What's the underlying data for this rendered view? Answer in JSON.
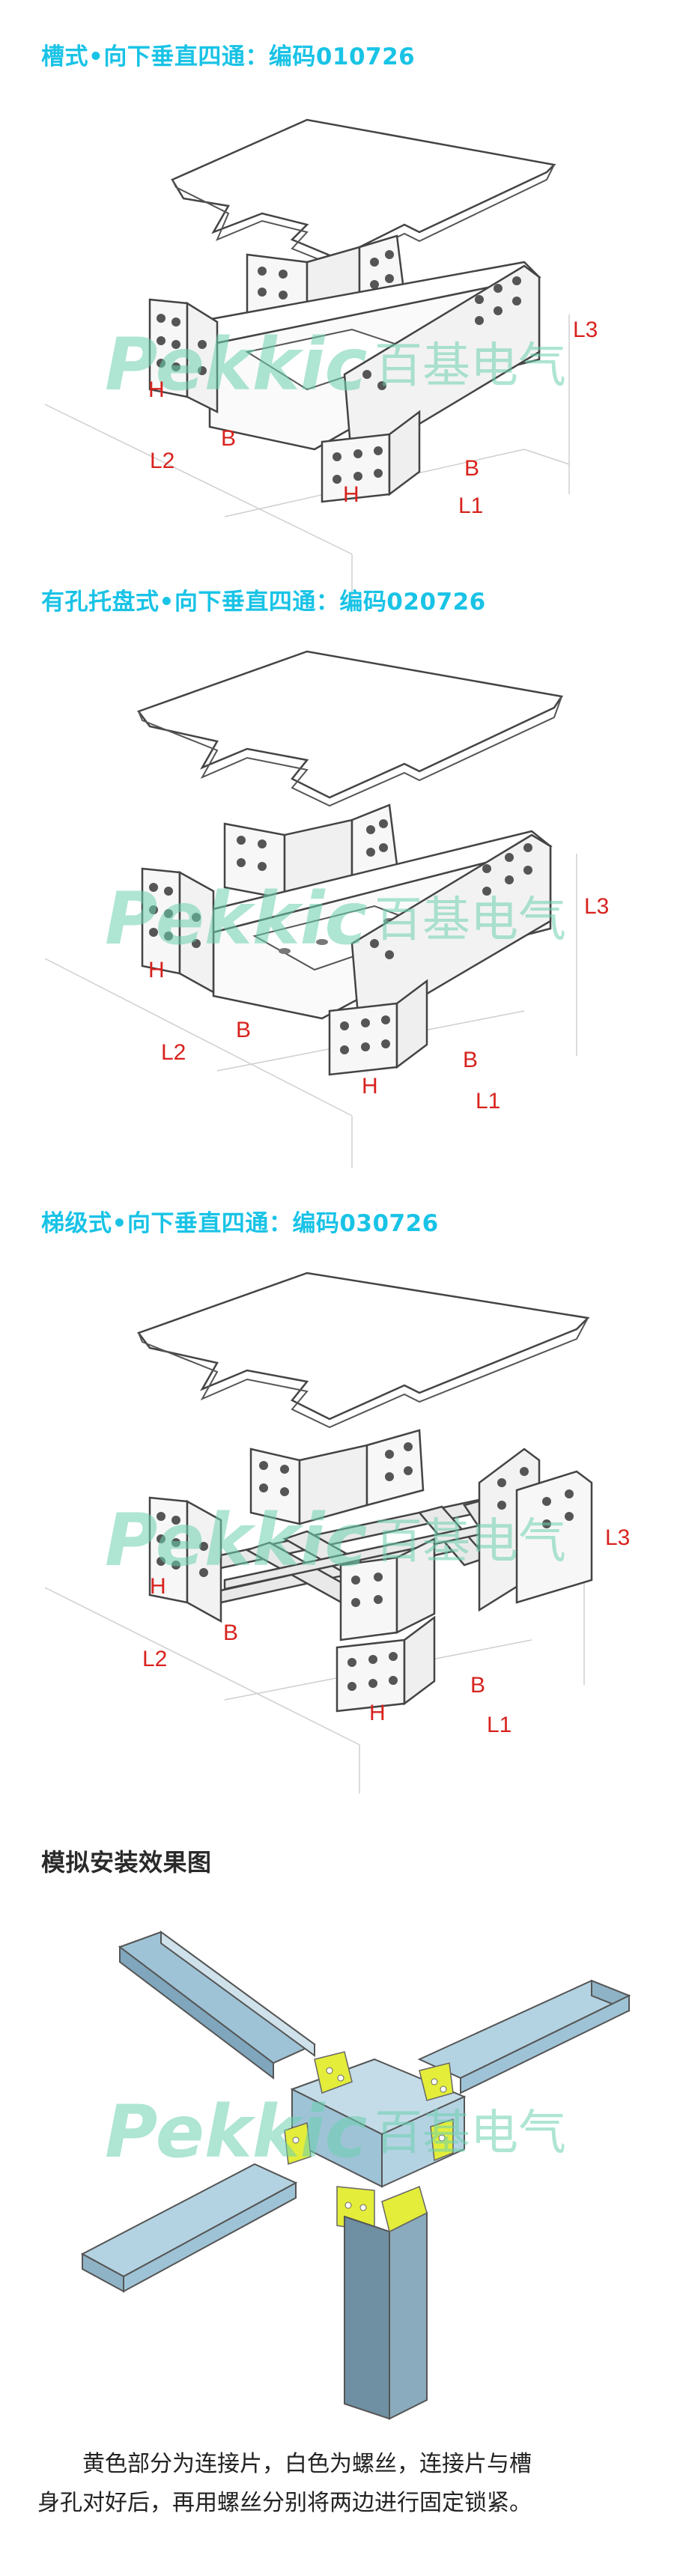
{
  "sections": [
    {
      "title": "槽式•向下垂直四通：编码010726",
      "labels": {
        "h_left": "H",
        "b_left": "B",
        "l2": "L2",
        "h_front": "H",
        "b_front": "B",
        "l1": "L1",
        "l3": "L3"
      }
    },
    {
      "title": "有孔托盘式•向下垂直四通：编码020726",
      "labels": {
        "h_left": "H",
        "b_left": "B",
        "l2": "L2",
        "h_front": "H",
        "b_front": "B",
        "l1": "L1",
        "l3": "L3"
      }
    },
    {
      "title": "梯级式•向下垂直四通：编码030726",
      "labels": {
        "h_left": "H",
        "b_left": "B",
        "l2": "L2",
        "h_front": "H",
        "b_front": "B",
        "l1": "L1",
        "l3": "L3"
      }
    }
  ],
  "install": {
    "title": "模拟安装效果图"
  },
  "watermark": {
    "brand": "Pekkic",
    "cn": "百基电气"
  },
  "description": {
    "line1": "黄色部分为连接片，白色为螺丝，连接片与槽",
    "line2": "身孔对好后，再用螺丝分别将两边进行固定锁紧。"
  },
  "colors": {
    "title_cyan": "#19c3e6",
    "dimension_red": "#d8231e",
    "watermark_green": "#6cd1b0",
    "tray_blue": "#b4d3e2",
    "connector_yellow": "#e3ed3a"
  }
}
